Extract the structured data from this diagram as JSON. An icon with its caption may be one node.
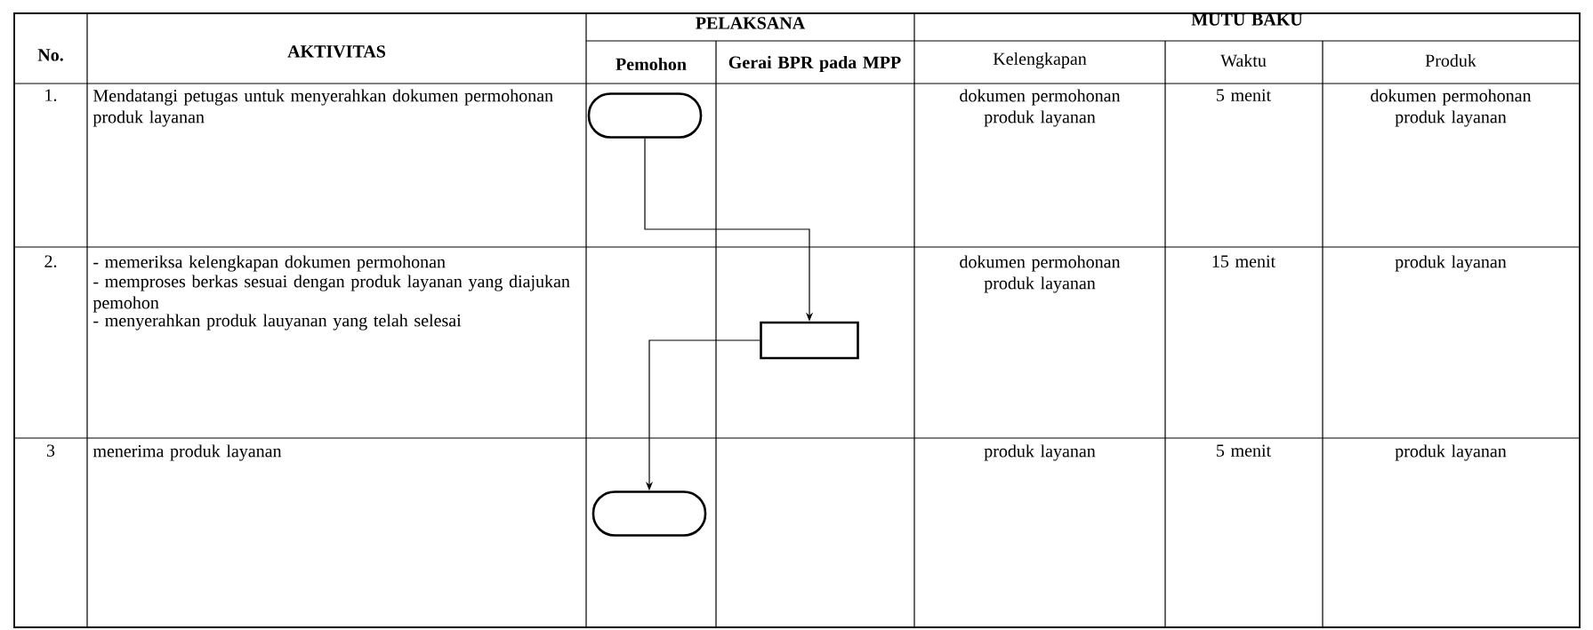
{
  "diagram": {
    "nodes": [
      {
        "text": [],
        "shape": "pill"
      },
      {
        "text": [],
        "shape": "box"
      },
      {
        "text": [],
        "shape": "pill"
      }
    ],
    "edges": [
      {
        "from": 0,
        "to": 1,
        "arrow": "to"
      },
      {
        "from": 1,
        "to": 2,
        "arrow": "to"
      }
    ],
    "labels": [
      "No.",
      "AKTIVITAS",
      "PELAKSANA",
      "MUTU BAKU",
      "Pemohon",
      "Gerai BPR pada MPP",
      "Kelengkapan",
      "Waktu",
      "Produk",
      "1.",
      "Mendatangi petugas untuk menyerahkan dokumen permohonan produk layanan",
      "dokumen permohonan produk layanan",
      "5 menit",
      "dokumen permohonan produk layanan",
      "2.",
      "- memeriksa kelengkapan dokumen permohonan",
      "- memproses berkas sesuai dengan produk layanan yang diajukan pemohon",
      "- menyerahkan produk lauyanan yang telah selesai",
      "dokumen permohonan produk layanan",
      "15 menit",
      "produk layanan",
      "3",
      "menerima produk layanan",
      "produk layanan",
      "5 menit",
      "produk layanan"
    ]
  }
}
